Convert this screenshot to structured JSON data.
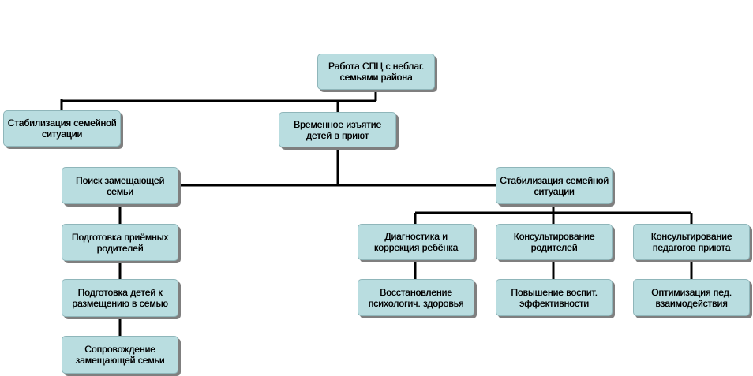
{
  "diagram": {
    "root": "Работа СПЦ с неблаг. семьями района",
    "stabilization_top": "Стабилизация семейной ситуации",
    "removal": "Временное изъятие детей в приют",
    "search_family": "Поиск замещающей семьи",
    "prepare_parents": "Подготовка приёмных родителей",
    "prepare_children": "Подготовка детей к размещению в семью",
    "support_family": "Сопровождение замещающей семьи",
    "stabilization_right": "Стабилизация семейной ситуации",
    "diagnostics": "Диагностика и коррекция ребёнка",
    "consult_parents": "Консультирование родителей",
    "consult_teachers": "Консультирование педагогов приюта",
    "restore_health": "Восстановление психологич. здоровья",
    "improve_parenting": "Повышение воспит. эффективности",
    "optimize_interaction": "Оптимизация пед. взаимодействия"
  },
  "colors": {
    "node_fill": "#b9dde0",
    "node_border": "#8fb6ba",
    "connector": "#000000",
    "shadow": "#7f7f7f"
  }
}
